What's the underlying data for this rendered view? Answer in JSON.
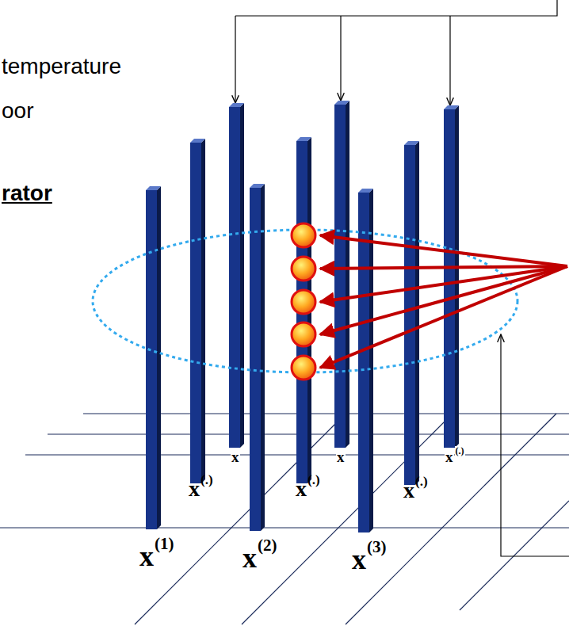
{
  "diagram": {
    "labels": [
      "temperature",
      "oor",
      "rator",
      "x",
      "x",
      "x",
      "(.)",
      "x",
      "(.)",
      "x",
      "(.)",
      "x",
      "(.)",
      "x",
      "(1)",
      "x",
      "(2)",
      "x",
      "(3)"
    ]
  }
}
